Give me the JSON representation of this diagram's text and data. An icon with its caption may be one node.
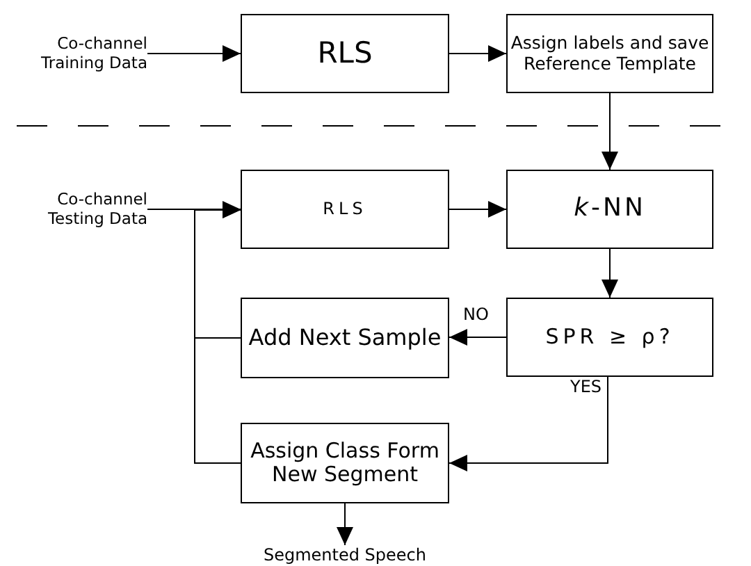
{
  "diagram": {
    "nodes": [
      {
        "text": [
          "Co-channel Training Data"
        ]
      },
      {
        "text": [
          "RLS"
        ]
      },
      {
        "text": [
          "Assign labels and save Reference Template"
        ]
      },
      {
        "text": [
          "Co-channel Testing Data"
        ]
      },
      {
        "text": [
          "RLS"
        ]
      },
      {
        "text": [
          "*k*-NN"
        ]
      },
      {
        "text": [
          "SPR ≥ ρ?"
        ]
      },
      {
        "text": [
          "Add Next Sample"
        ]
      },
      {
        "text": [
          "Assign Class Form New Segment"
        ]
      },
      {
        "text": [
          "Segmented Speech"
        ]
      }
    ],
    "edges": [
      {
        "from": 0,
        "to": 1,
        "arrow": "to"
      },
      {
        "from": 1,
        "to": 2,
        "arrow": "to"
      },
      {
        "from": 2,
        "to": 5,
        "arrow": "to"
      },
      {
        "from": 3,
        "to": 4,
        "arrow": "to"
      },
      {
        "from": 4,
        "to": 5,
        "arrow": "to"
      },
      {
        "from": 5,
        "to": 6,
        "arrow": "to"
      },
      {
        "from": 6,
        "to": 7,
        "arrow": "to",
        "label": "NO"
      },
      {
        "from": 6,
        "to": 8,
        "arrow": "to",
        "label": "YES"
      },
      {
        "from": 7,
        "to": 4,
        "arrow": "to"
      },
      {
        "from": 8,
        "to": 4,
        "arrow": "to"
      },
      {
        "from": 8,
        "to": 9,
        "arrow": "to"
      }
    ]
  }
}
